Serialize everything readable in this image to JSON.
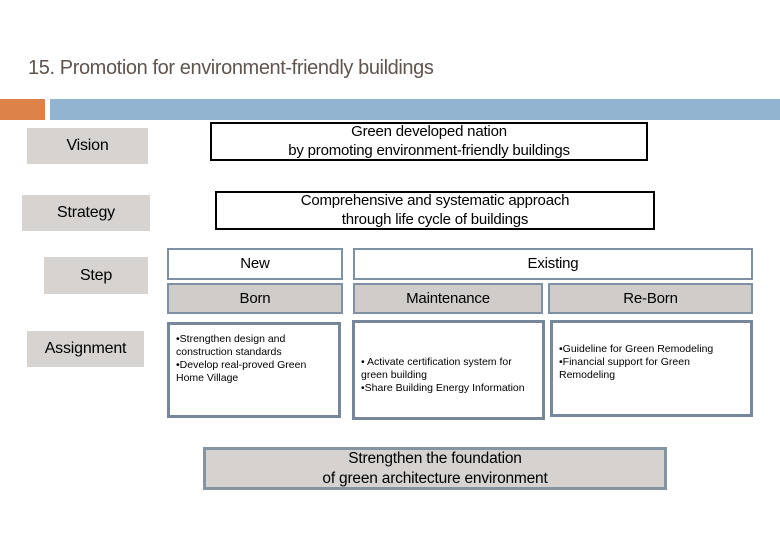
{
  "title": "15. Promotion for environment-friendly buildings",
  "header_bar": {
    "orange_accent_color": "#dd8249",
    "blue_bar_color": "#92b4d1"
  },
  "vision": {
    "label": "Vision",
    "content": "Green developed nation\nby promoting environment-friendly buildings"
  },
  "strategy": {
    "label": "Strategy",
    "content": "Comprehensive and systematic approach\nthrough life cycle of buildings"
  },
  "step": {
    "label": "Step",
    "new_table": {
      "header": "New",
      "cell": "Born"
    },
    "existing_table": {
      "header": "Existing",
      "cell_left": "Maintenance",
      "cell_right": "Re-Born"
    }
  },
  "assignment": {
    "label": "Assignment",
    "box_new": {
      "items": [
        "•Strengthen design and construction standards",
        "•Develop real-proved Green Home Village"
      ]
    },
    "box_maintenance": {
      "items": [
        "• Activate certification system for green building",
        "•Share Building Energy Information"
      ]
    },
    "box_reborn": {
      "items": [
        "•Guideline for Green Remodeling",
        "•Financial support for Green Remodeling"
      ]
    }
  },
  "footer": {
    "content": "Strengthen the foundation\nof green architecture environment"
  },
  "colors": {
    "label_gray": "#d6d3d1",
    "cell_gray": "#cfccca",
    "slate_border": "#76879c",
    "black_border": "#000000",
    "title_text": "#5f544e"
  }
}
